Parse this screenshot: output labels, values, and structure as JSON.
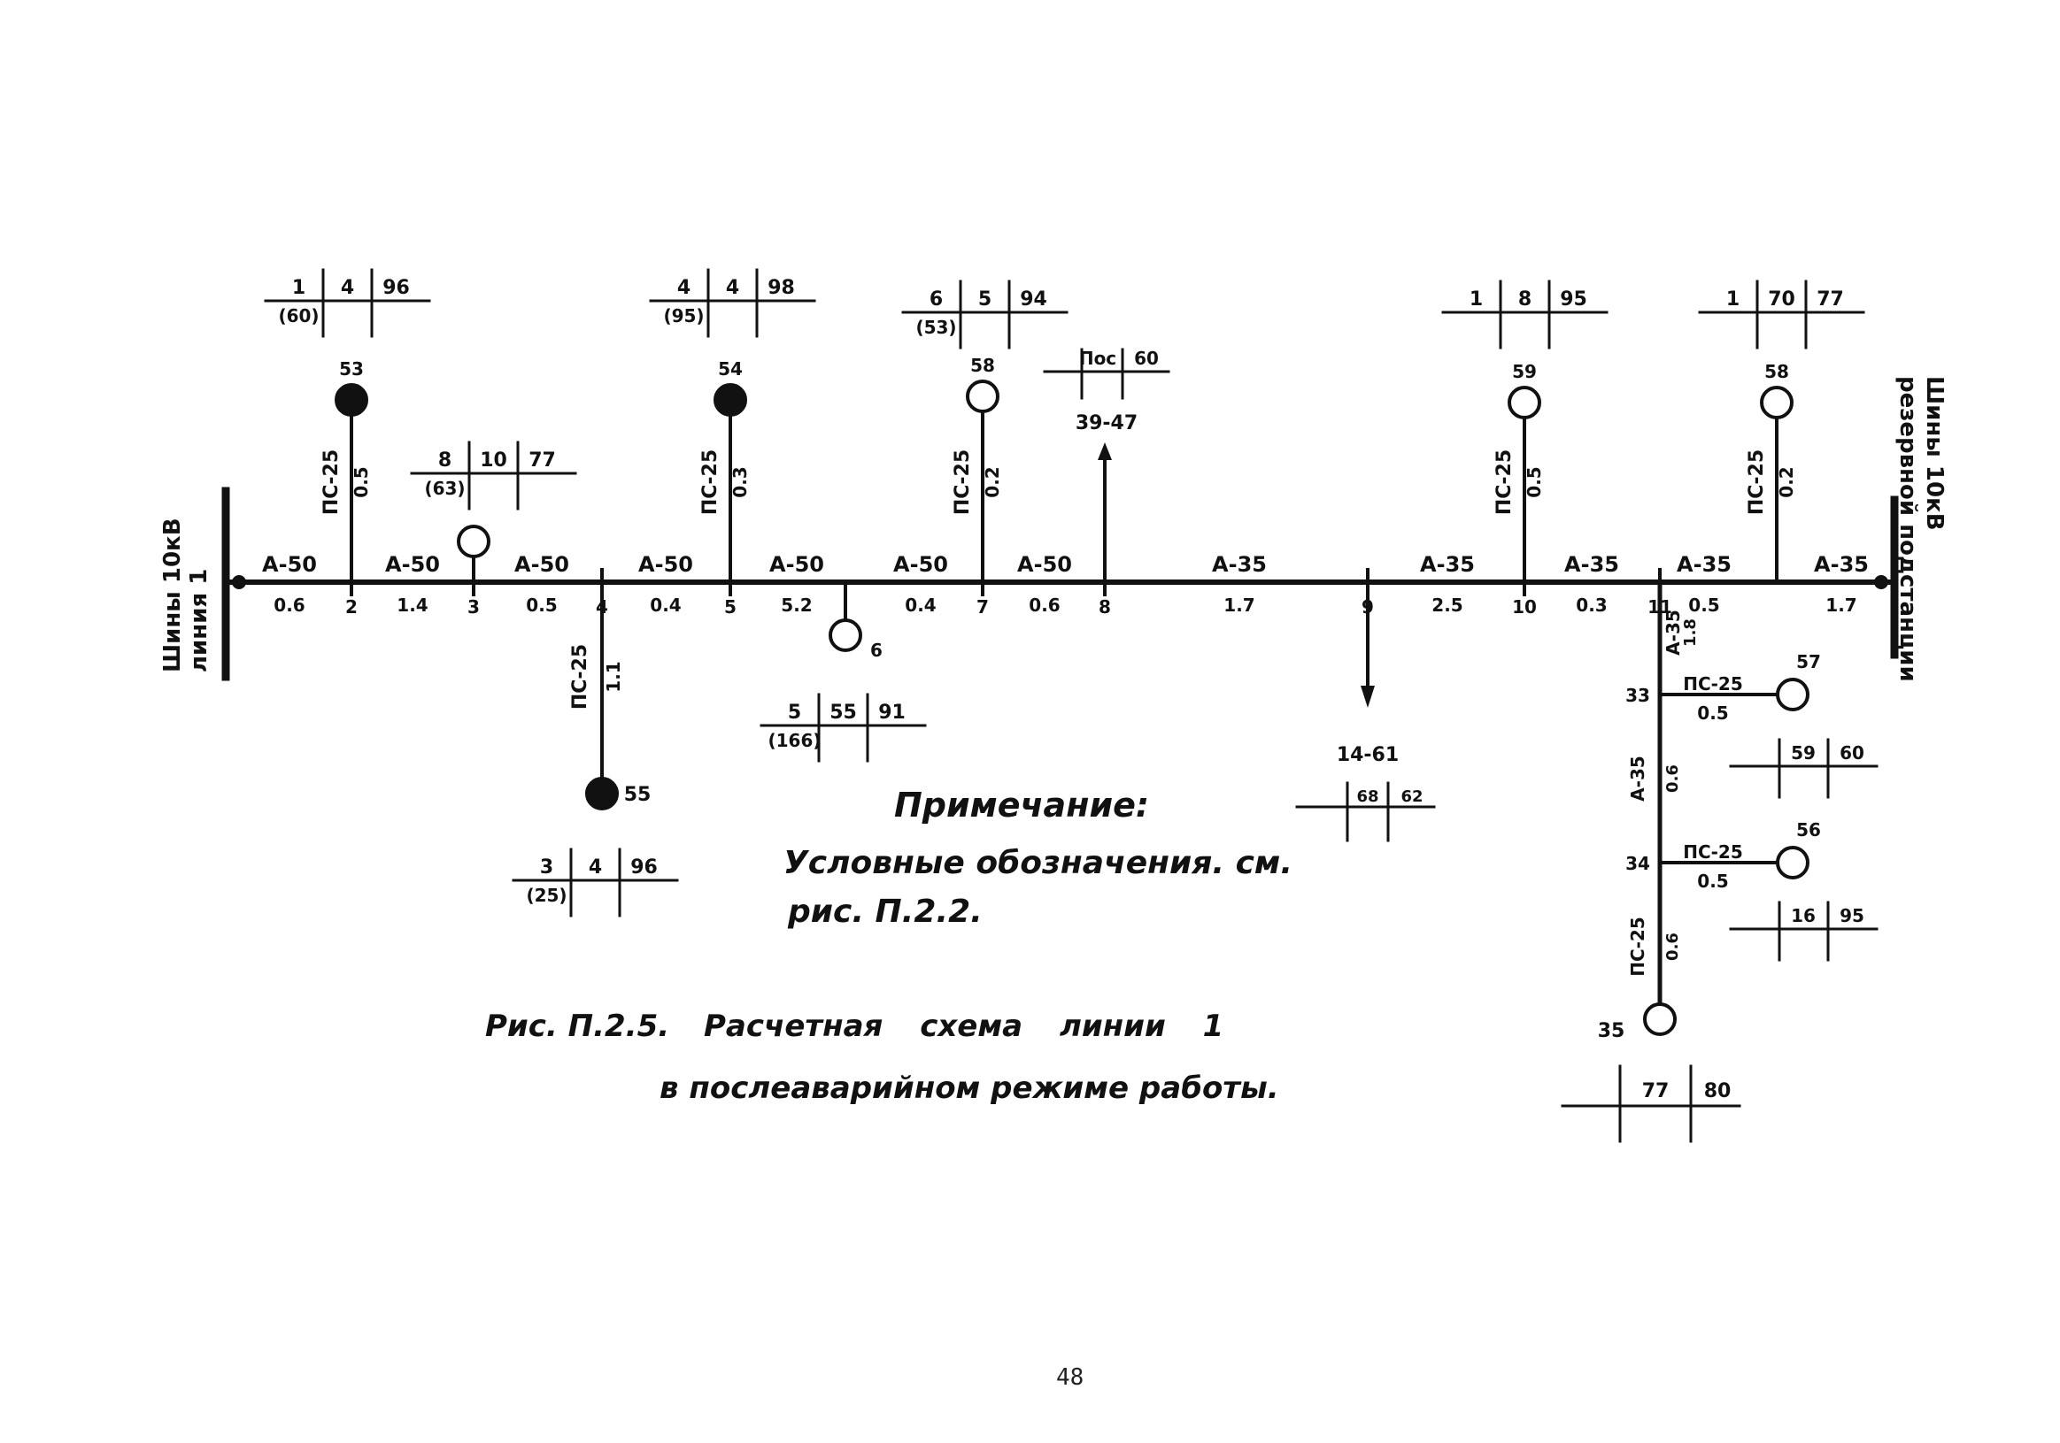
{
  "left_bus_label": [
    "Шины 10кВ",
    "линия 1"
  ],
  "right_bus_label": [
    "Шины 10кВ",
    "резервной подстанции"
  ],
  "main_nodes": [
    "2",
    "3",
    "4",
    "5",
    "7",
    "8",
    "9",
    "10",
    "11"
  ],
  "segments": [
    {
      "wire": "А-50",
      "length": "0.6"
    },
    {
      "wire": "А-50",
      "length": "1.4"
    },
    {
      "wire": "А-50",
      "length": "0.5"
    },
    {
      "wire": "А-50",
      "length": "0.4"
    },
    {
      "wire": "А-50",
      "length": "5.2"
    },
    {
      "wire": "А-50",
      "length": "0.4"
    },
    {
      "wire": "А-50",
      "length": "0.6"
    },
    {
      "wire": "А-35",
      "length": "1.7"
    },
    {
      "wire": "А-35",
      "length": "2.5"
    },
    {
      "wire": "А-35",
      "length": "0.3"
    },
    {
      "wire": "А-35",
      "length": "0.5"
    },
    {
      "wire": "А-35",
      "length": "1.7"
    }
  ],
  "branches": [
    {
      "wire": "ПС-25",
      "length": "0.5",
      "substation": "53",
      "table": [
        "1",
        "4",
        "96",
        "60"
      ]
    },
    {
      "wire": "ПС-25",
      "length": "0.3",
      "substation": "54",
      "table": [
        "4",
        "4",
        "98",
        "95"
      ]
    },
    {
      "wire": "ПС-25",
      "length": "0.2",
      "substation": "58",
      "table": [
        "6",
        "5",
        "94",
        "53"
      ]
    },
    {
      "wire": "ПС-25",
      "length": "0.5",
      "substation": "59",
      "table": [
        "1",
        "8",
        "95"
      ]
    },
    {
      "wire": "ПС-25",
      "length": "0.2",
      "substation": "58",
      "table": [
        "1",
        "70",
        "77"
      ]
    },
    {
      "wire": "ПС-25",
      "length": "1.1",
      "substation": "55",
      "table": [
        "3",
        "4",
        "96",
        "25"
      ]
    }
  ],
  "extra_tables": {
    "node3": [
      "8",
      "10",
      "77",
      "63"
    ],
    "node6": [
      "5",
      "55",
      "91",
      "166"
    ],
    "node8": [
      "Пос",
      "60",
      "39-47"
    ],
    "node9": [
      "14-61",
      "68",
      "62"
    ]
  },
  "node6_label": "6",
  "tap_branch": {
    "wire": "А-35",
    "length": "1.8",
    "nodes": [
      {
        "label": "33",
        "wire": "ПС-25",
        "length": "0.5",
        "substation": "57",
        "table": [
          "59",
          "60"
        ]
      },
      {
        "label": "34",
        "wire": "ПС-25",
        "length": "0.5",
        "substation": "56",
        "table": [
          "16",
          "95"
        ]
      },
      {
        "label": "35",
        "substation": "35",
        "table": [
          "77",
          "80"
        ]
      }
    ],
    "lower_segments": [
      {
        "wire": "А-35",
        "length": "0.6"
      },
      {
        "wire": "ПС-25",
        "length": "0.6"
      }
    ]
  },
  "note": {
    "heading": "Примечание:",
    "line1": "Условные обозначения. см.",
    "line2": "рис. П.2.2."
  },
  "caption": {
    "number": "Рис. П.2.5.",
    "line1": "Расчетная схема линии 1",
    "line2": "в послеаварийном режиме работы."
  },
  "page_number": "48",
  "colors": {
    "ink": "#111111",
    "background": "#ffffff"
  }
}
